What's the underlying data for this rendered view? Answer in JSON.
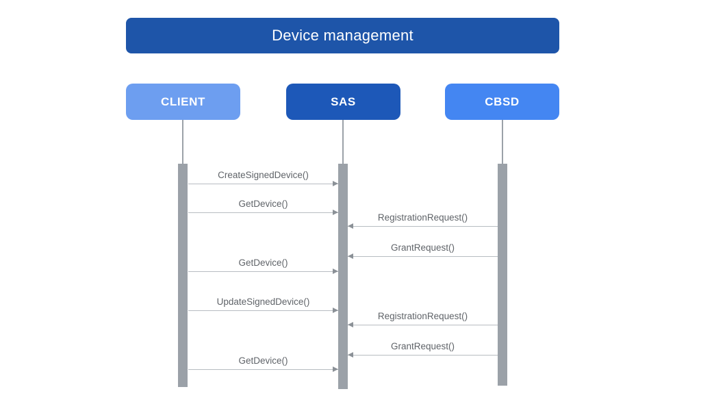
{
  "diagram": {
    "title": "Device management",
    "actors": [
      {
        "id": "client",
        "label": "CLIENT"
      },
      {
        "id": "sas",
        "label": "SAS"
      },
      {
        "id": "cbsd",
        "label": "CBSD"
      }
    ],
    "messages": [
      {
        "label": "CreateSignedDevice()",
        "from": "CLIENT",
        "to": "SAS"
      },
      {
        "label": "GetDevice()",
        "from": "CLIENT",
        "to": "SAS"
      },
      {
        "label": "RegistrationRequest()",
        "from": "CBSD",
        "to": "SAS"
      },
      {
        "label": "GrantRequest()",
        "from": "CBSD",
        "to": "SAS"
      },
      {
        "label": "GetDevice()",
        "from": "CLIENT",
        "to": "SAS"
      },
      {
        "label": "UpdateSignedDevice()",
        "from": "CLIENT",
        "to": "SAS"
      },
      {
        "label": "RegistrationRequest()",
        "from": "CBSD",
        "to": "SAS"
      },
      {
        "label": "GrantRequest()",
        "from": "CBSD",
        "to": "SAS"
      },
      {
        "label": "GetDevice()",
        "from": "CLIENT",
        "to": "SAS"
      }
    ],
    "colors": {
      "title_bg": "#1e55a9",
      "client_bg": "#6d9ef0",
      "sas_bg": "#1d58b8",
      "cbsd_bg": "#4486f2",
      "lifeline_gray": "#9ba1a8",
      "arrow_line_gray": "#b7bcc1",
      "arrowhead_gray": "#8b9197",
      "label_text": "#5f6368"
    }
  }
}
